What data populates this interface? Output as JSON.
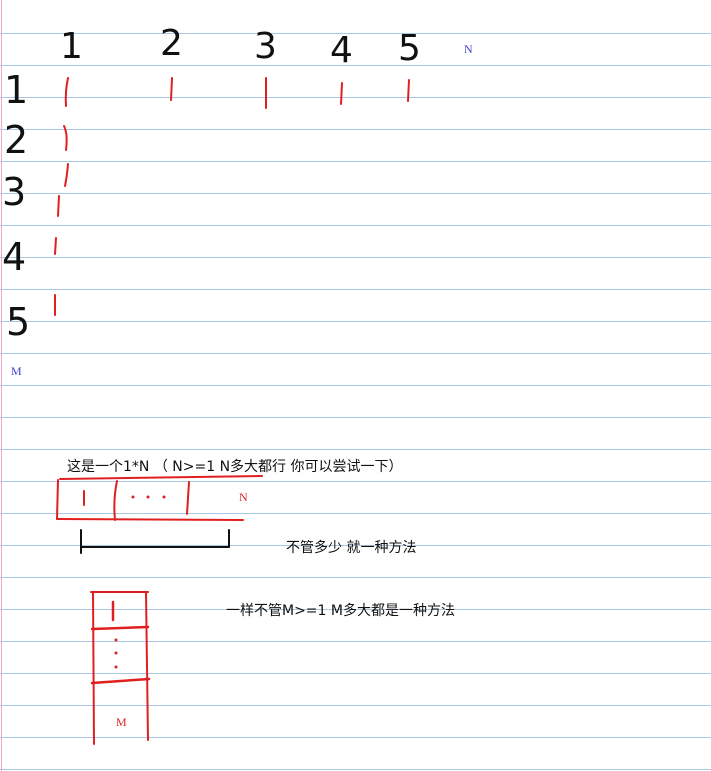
{
  "grid": {
    "col_numbers": [
      "1",
      "2",
      "3",
      "4",
      "5"
    ],
    "row_numbers": [
      "1",
      "2",
      "3",
      "4",
      "5"
    ],
    "n_label": "N",
    "m_label": "M"
  },
  "notes": {
    "line1": "这是一个1*N （ N>=1  N多大都行 你可以尝试一下）",
    "line2": "不管多少 就一种方法",
    "line3": "一样不管M>=1  M多大都是一种方法"
  },
  "diagram_row": {
    "cells": [
      "1",
      "· · ·"
    ],
    "end_label": "N"
  },
  "diagram_col": {
    "top": "1",
    "end_label": "M"
  },
  "colors": {
    "ink": "#111111",
    "red": "#e02020",
    "blue": "#4040c8",
    "rule": "#a8c8e6",
    "margin": "#f2a6c8"
  }
}
